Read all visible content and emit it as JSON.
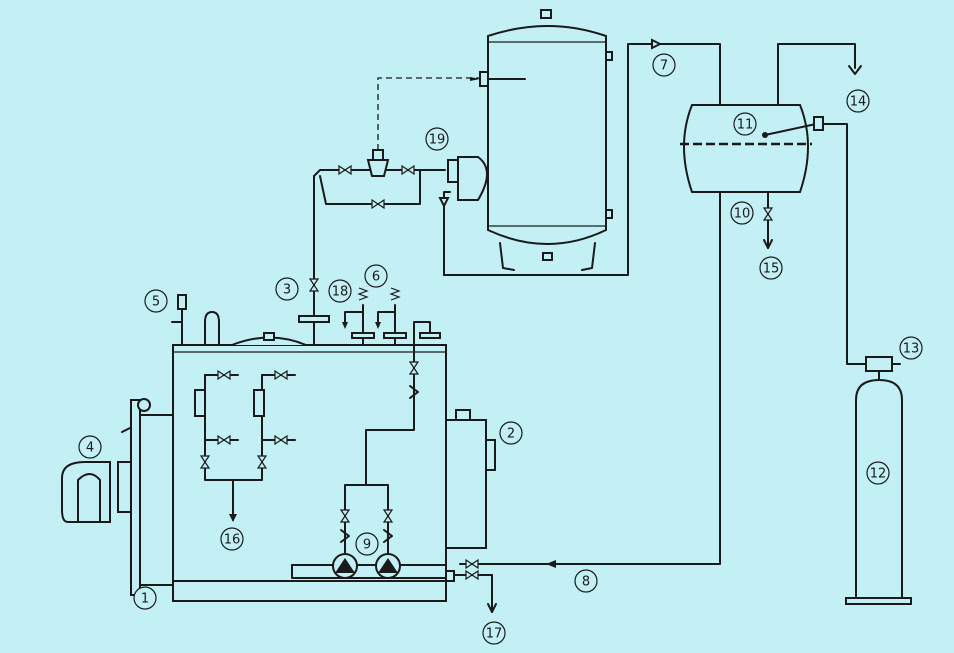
{
  "colors": {
    "background": "#c2f0f4",
    "line": "#1a1a1a"
  },
  "labels": {
    "l1": "1",
    "l2": "2",
    "l3": "3",
    "l4": "4",
    "l5": "5",
    "l6": "6",
    "l7": "7",
    "l8": "8",
    "l9": "9",
    "l10": "10",
    "l11": "11",
    "l12": "12",
    "l13": "13",
    "l14": "14",
    "l15": "15",
    "l16": "16",
    "l17": "17",
    "l18": "18",
    "l19": "19"
  }
}
